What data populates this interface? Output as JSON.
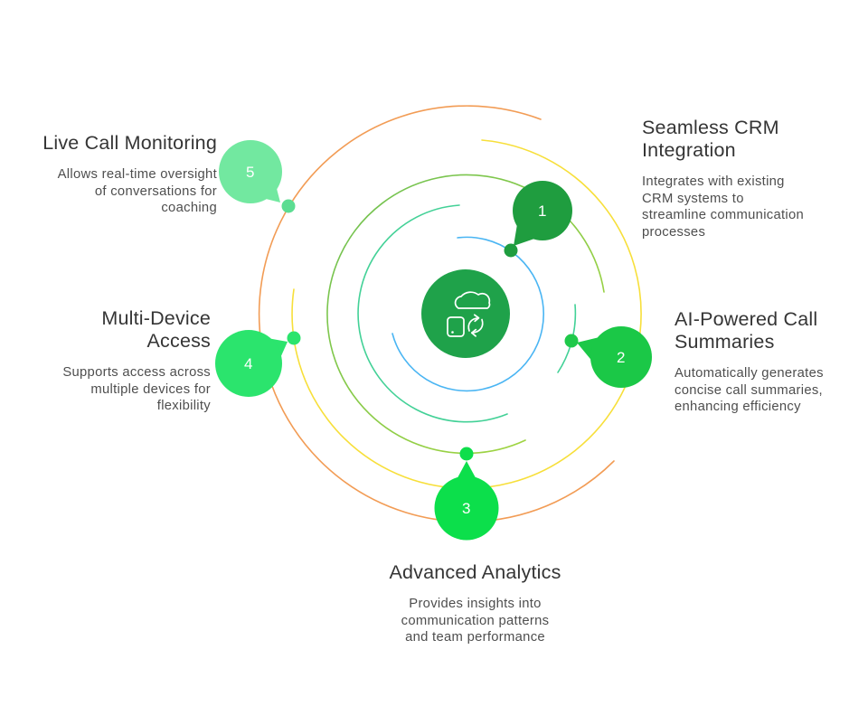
{
  "diagram": {
    "background": "#ffffff",
    "center": {
      "icon": "cloud-device-sync",
      "circle_color": "#1FA24A"
    },
    "arcs": {
      "orange": "#F29C55",
      "yellow": "#F7DF3A",
      "lime_start": "#6CBF52",
      "lime_end": "#A9D83F",
      "mint": "#43D197",
      "blue": "#4AB5F3"
    },
    "text_colors": {
      "heading": "#353535",
      "body": "#4E4E4E"
    },
    "items": [
      {
        "number": "1",
        "bubble_color": "#1F9D3F",
        "dot_color": "#1F9D3F",
        "title": "Seamless CRM\nIntegration",
        "description": "Integrates with existing\nCRM systems to\nstreamline communication\nprocesses"
      },
      {
        "number": "2",
        "bubble_color": "#1BC847",
        "dot_color": "#1FC94A",
        "title": "AI-Powered Call\nSummaries",
        "description": "Automatically generates\nconcise call summaries,\nenhancing efficiency"
      },
      {
        "number": "3",
        "bubble_color": "#0CDF4B",
        "dot_color": "#0FDE4B",
        "title": "Advanced Analytics",
        "description": "Provides insights into\ncommunication patterns\nand team performance"
      },
      {
        "number": "4",
        "bubble_color": "#2BE46D",
        "dot_color": "#2BE46D",
        "title": "Multi-Device\nAccess",
        "description": "Supports access across\nmultiple devices for\nflexibility"
      },
      {
        "number": "5",
        "bubble_color": "#72E8A0",
        "dot_color": "#5CDD92",
        "title": "Live Call Monitoring",
        "description": "Allows real-time oversight\nof conversations for\ncoaching"
      }
    ]
  }
}
